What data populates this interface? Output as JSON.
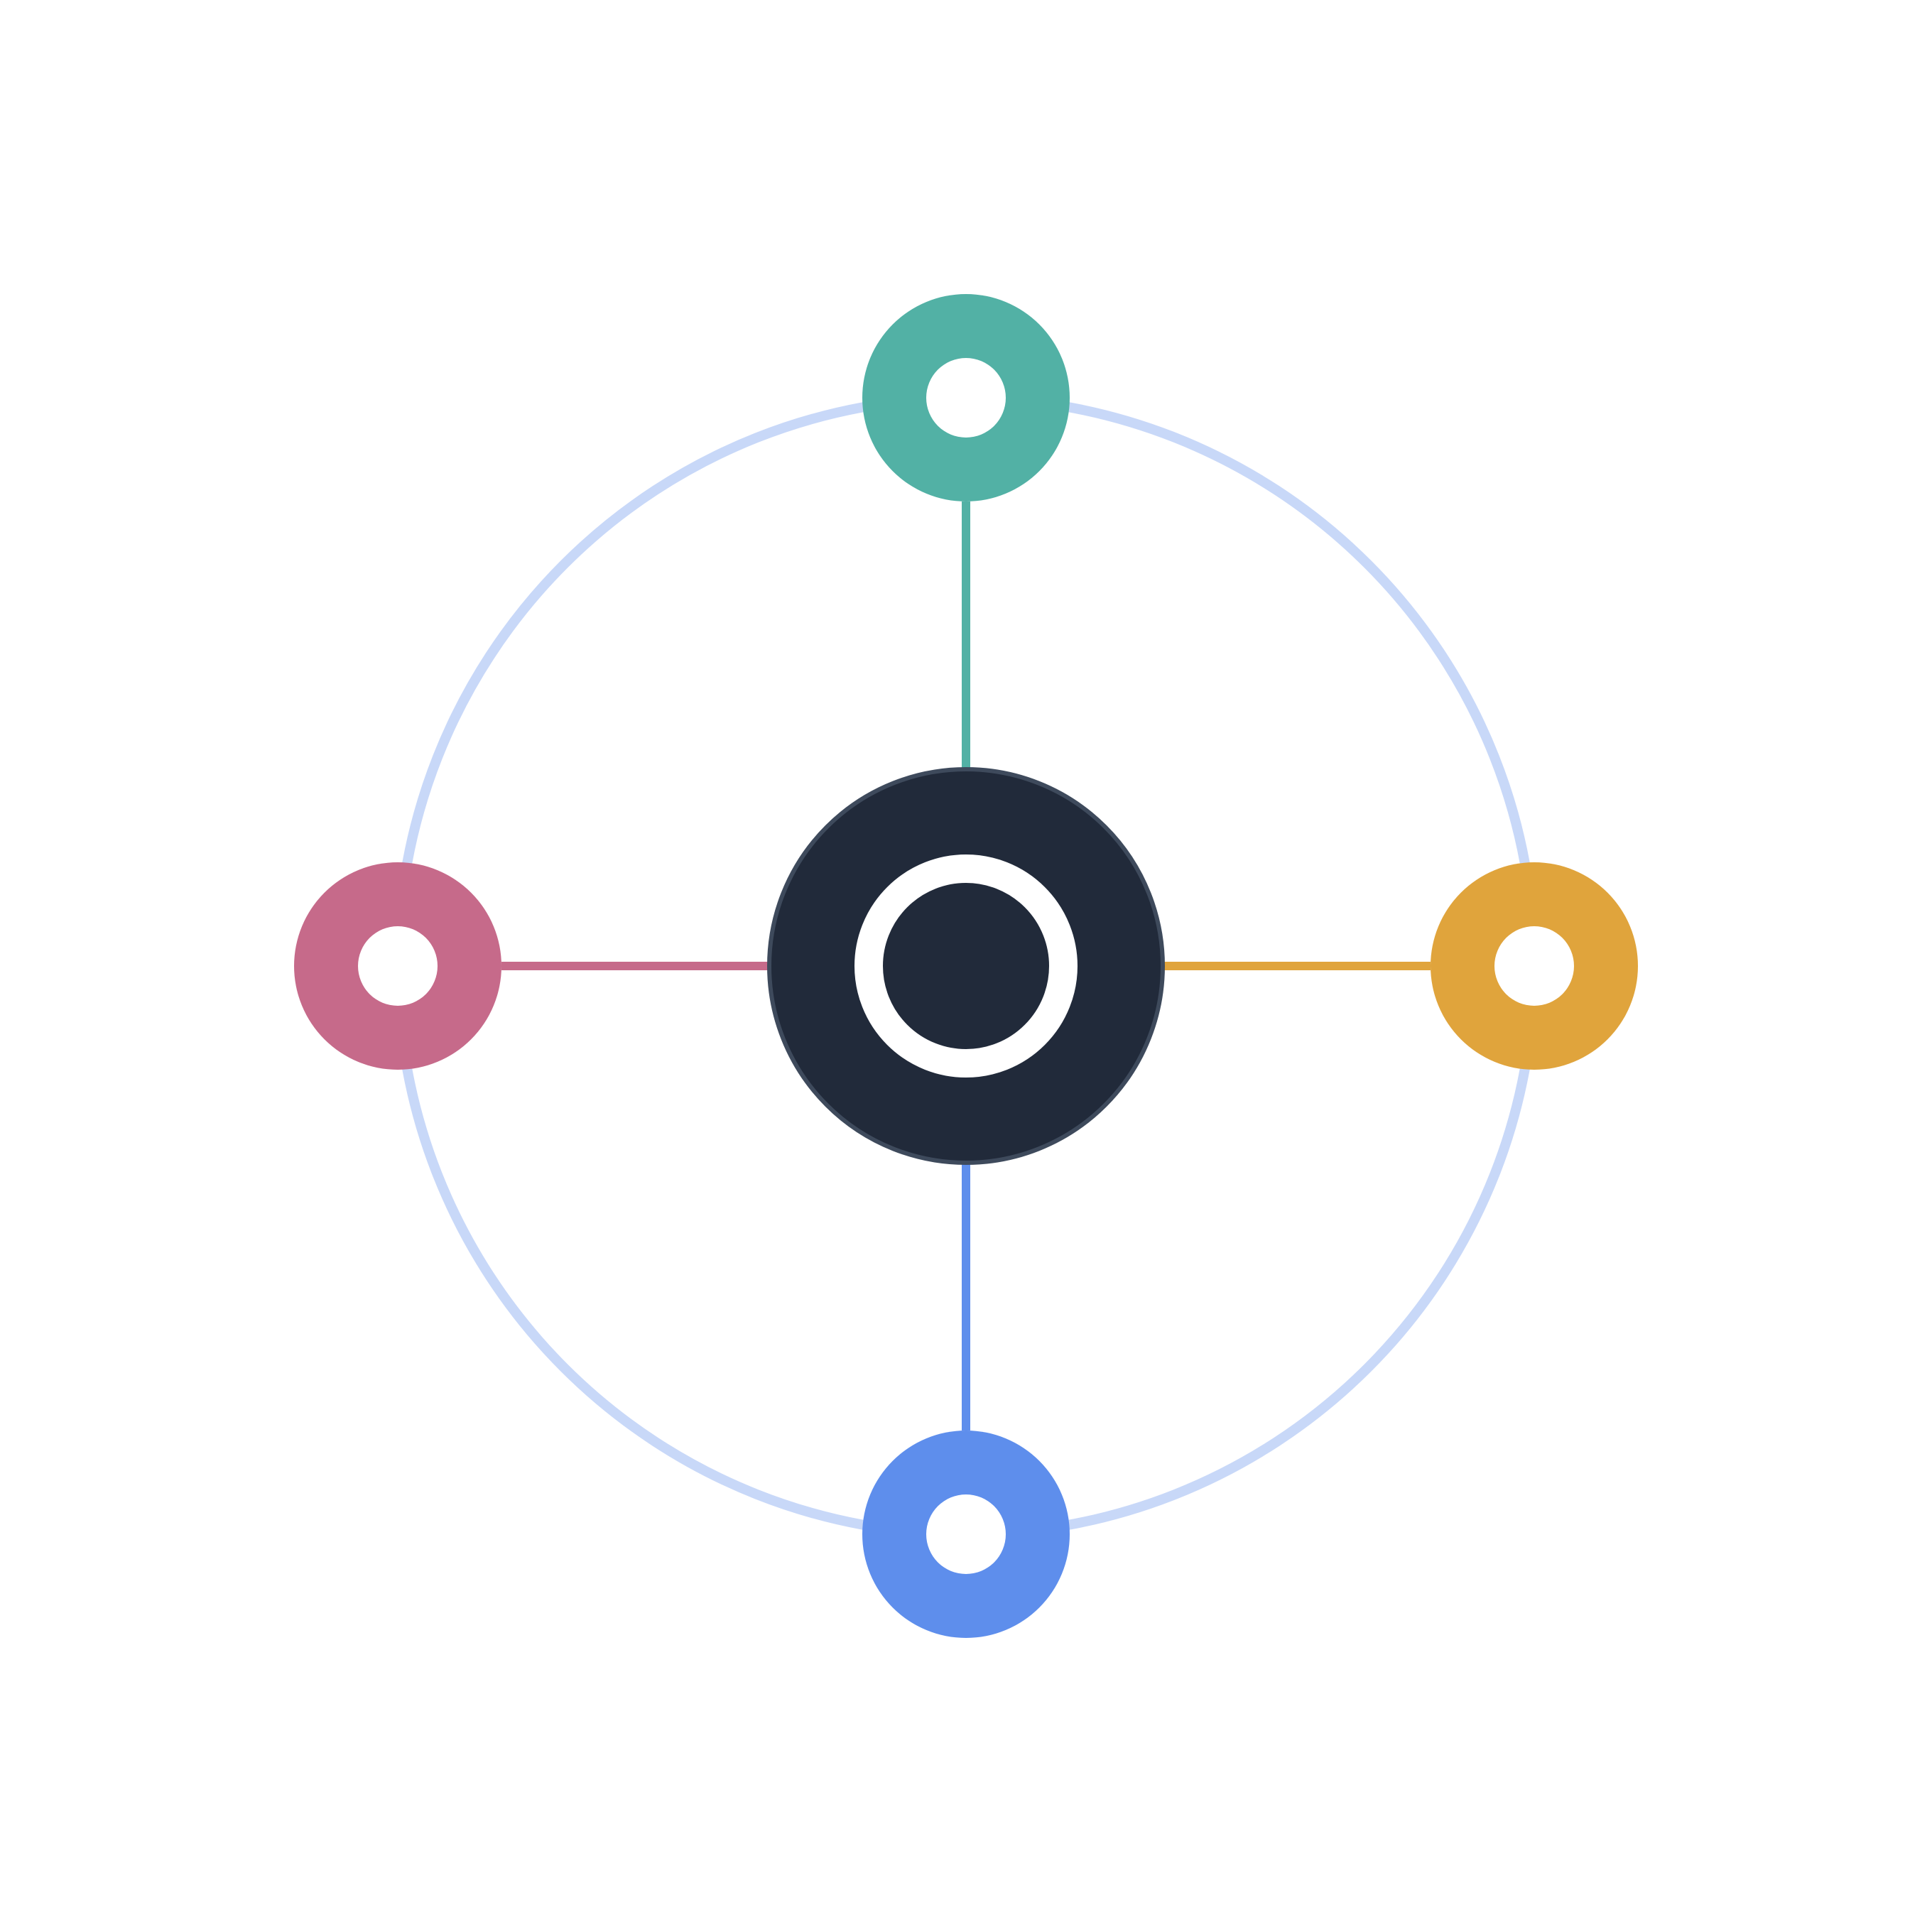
{
  "diagram": {
    "type": "hub-and-spoke",
    "background": "#ffffff",
    "ring_color": "#c8d8f8",
    "hub": {
      "fill": "#212a3a",
      "outline": "#3e4a5c",
      "inner_ring": "#ffffff"
    },
    "nodes": [
      {
        "id": "top",
        "position": "top",
        "color": "#52b1a5",
        "icon": "ring-node-icon"
      },
      {
        "id": "right",
        "position": "right",
        "color": "#e0a43c",
        "icon": "ring-node-icon"
      },
      {
        "id": "bottom",
        "position": "bottom",
        "color": "#5e8eec",
        "icon": "ring-node-icon"
      },
      {
        "id": "left",
        "position": "left",
        "color": "#c66a8a",
        "icon": "ring-node-icon"
      }
    ]
  }
}
